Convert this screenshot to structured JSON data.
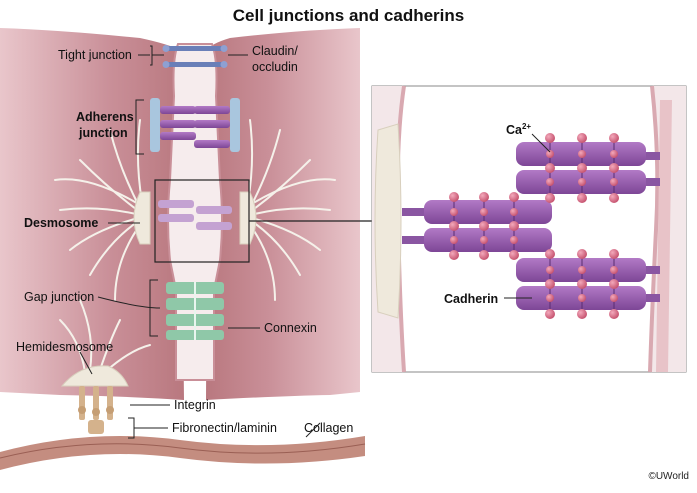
{
  "title": "Cell junctions and cadherins",
  "labels": {
    "tight_junction": "Tight junction",
    "claudin_line1": "Claudin/",
    "claudin_line2": "occludin",
    "adherens_line1": "Adherens",
    "adherens_line2": "junction",
    "desmosome": "Desmosome",
    "gap_junction": "Gap junction",
    "connexin": "Connexin",
    "hemidesmosome": "Hemidesmosome",
    "integrin": "Integrin",
    "fibronectin": "Fibronectin/laminin",
    "collagen": "Collagen",
    "ca_base": "Ca",
    "ca_sup": "2+",
    "cadherin": "Cadherin"
  },
  "copyright": "©UWorld",
  "colors": {
    "cell_pink": "#c98f98",
    "cell_dark": "#b0707c",
    "membrane_light": "#f3dde0",
    "cadherin_purple": "#9b5bb0",
    "cadherin_dark": "#6e3a86",
    "calcium_pink": "#d96a86",
    "claudin_blue": "#6a7fb8",
    "connexin_green": "#8fc8a8",
    "plaque_cream": "#efe9dc",
    "integrin_tan": "#d4b28c",
    "collagen_brown": "#b07a6c"
  }
}
